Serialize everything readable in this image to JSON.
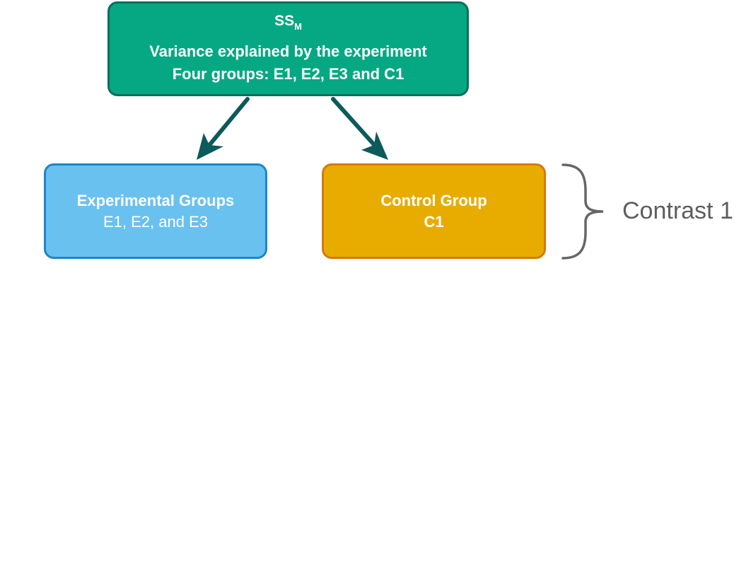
{
  "nodes": {
    "top": {
      "ss_main": "SS",
      "ss_sub": "M",
      "line1": "Variance explained by the experiment",
      "line2": "Four groups: E1, E2, E3 and C1"
    },
    "experimental": {
      "title": "Experimental Groups",
      "subtitle": "E1, E2, and E3"
    },
    "control": {
      "title": "Control Group",
      "subtitle": "C1"
    }
  },
  "contrast": {
    "label": "Contrast 1"
  },
  "colors": {
    "top_fill": "#05a882",
    "top_border": "#0b6e5c",
    "experimental_fill": "#69c1f0",
    "experimental_border": "#1a87c8",
    "control_fill": "#e8ac00",
    "control_border": "#d6780f",
    "arrow": "#0d5a5a",
    "brace": "#666666"
  }
}
